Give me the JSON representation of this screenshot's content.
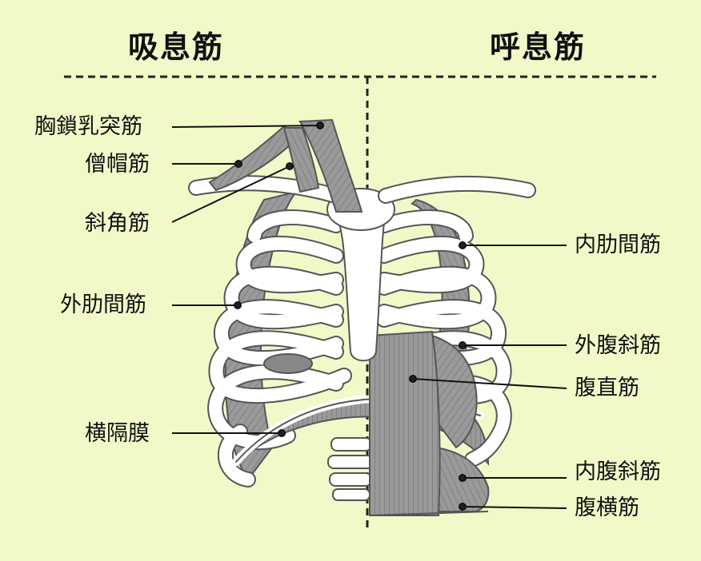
{
  "headers": {
    "inspiratory": "吸息筋",
    "expiratory": "呼息筋"
  },
  "labels": {
    "sternocleidomastoid": "胸鎖乳突筋",
    "trapezius": "僧帽筋",
    "scalene": "斜角筋",
    "external_intercostal": "外肋間筋",
    "diaphragm": "横隔膜",
    "internal_intercostal": "内肋間筋",
    "external_oblique": "外腹斜筋",
    "rectus_abdominis": "腹直筋",
    "internal_oblique": "内腹斜筋",
    "transversus_abdominis": "腹横筋"
  },
  "colors": {
    "background": "#f3f8c9",
    "muscle": "#9a9a9a",
    "bone": "#ffffff",
    "outline": "#555555",
    "text": "#111111"
  }
}
